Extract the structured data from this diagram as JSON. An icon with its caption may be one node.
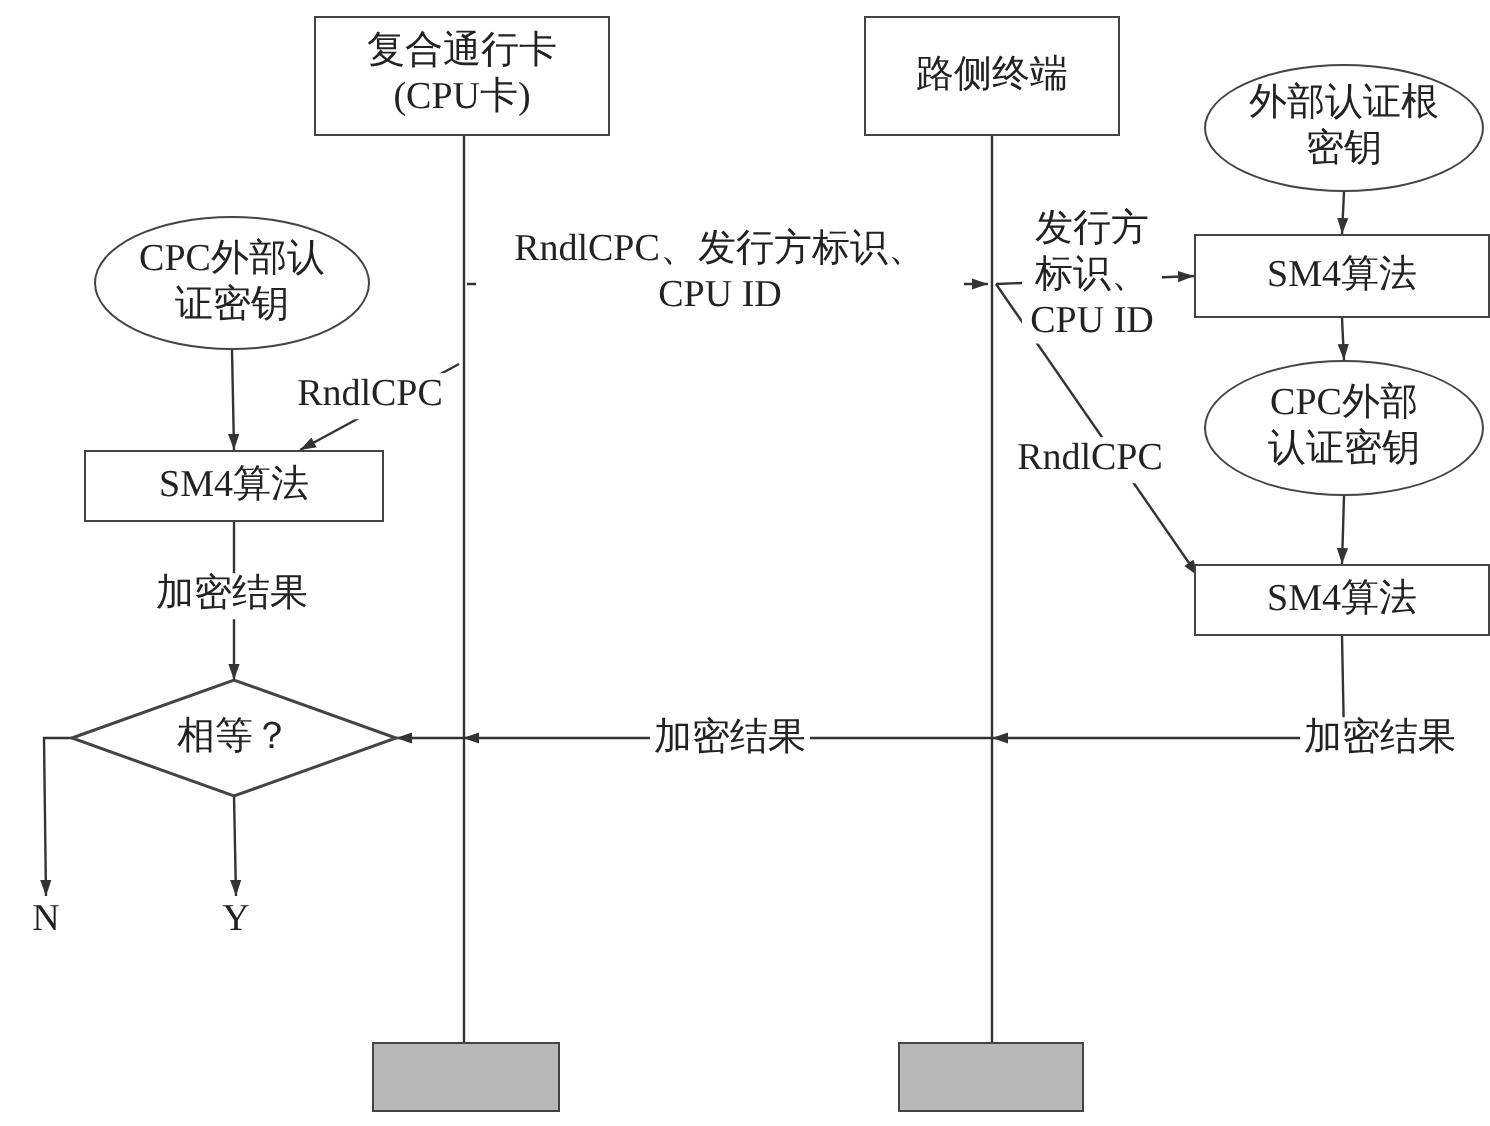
{
  "diagram": {
    "nodes": [
      {
        "text": [
          "复合通行卡(CPU卡)"
        ]
      },
      {
        "text": [
          "路侧终端"
        ]
      },
      {
        "text": [
          "外部认证根密钥"
        ]
      },
      {
        "text": [
          "CPC外部认证密钥"
        ]
      },
      {
        "text": [
          "SM4算法"
        ]
      },
      {
        "text": [
          "CPC外部认证密钥"
        ]
      },
      {
        "text": [
          "SM4算法"
        ]
      },
      {
        "text": [
          "SM4算法"
        ]
      },
      {
        "text": [
          "相等？"
        ]
      },
      {
        "text": [
          "N"
        ]
      },
      {
        "text": [
          "Y"
        ]
      },
      {
        "text": [],
        "shape": "bar"
      },
      {
        "text": [],
        "shape": "bar"
      },
      {
        "text": [],
        "shape": "line"
      },
      {
        "text": [],
        "shape": "line"
      }
    ],
    "edges": [
      {
        "from": 13,
        "to": 14,
        "arrow": "to",
        "label": "RndlCPC、发行方标识、CPU ID"
      },
      {
        "from": 14,
        "to": 4,
        "arrow": "to",
        "label": "发行方标识、CPU ID"
      },
      {
        "from": 14,
        "to": 7,
        "arrow": "to",
        "label": "RndlCPC"
      },
      {
        "from": 13,
        "to": 6,
        "arrow": "to",
        "label": "RndlCPC"
      },
      {
        "from": 3,
        "to": 6,
        "arrow": "to"
      },
      {
        "from": 2,
        "to": 4,
        "arrow": "to"
      },
      {
        "from": 4,
        "to": 5,
        "arrow": "to"
      },
      {
        "from": 5,
        "to": 7,
        "arrow": "to"
      },
      {
        "from": 6,
        "to": 8,
        "arrow": "to",
        "label": "加密结果"
      },
      {
        "from": 7,
        "to": 8,
        "arrow": "to",
        "label": "加密结果"
      },
      {
        "from": 8,
        "to": 9,
        "arrow": "to"
      },
      {
        "from": 8,
        "to": 10,
        "arrow": "to"
      }
    ],
    "labels": [
      "加密结果"
    ]
  }
}
